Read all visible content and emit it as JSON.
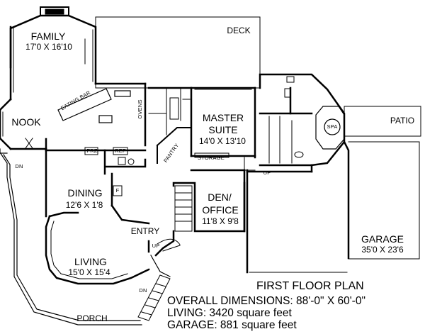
{
  "plan": {
    "title": "FIRST FLOOR PLAN",
    "overall": "OVERALL DIMENSIONS: 88'-0\" X 60'-0\"",
    "living_area": "LIVING: 3420 square feet",
    "garage_area": "GARAGE: 881 square feet"
  },
  "rooms": {
    "family": {
      "name": "FAMILY",
      "dims": "17'0 X 16'10"
    },
    "deck": {
      "name": "DECK"
    },
    "nook": {
      "name": "NOOK"
    },
    "master": {
      "name": "MASTER",
      "name2": "SUITE",
      "dims": "14'0 X 13'10"
    },
    "patio": {
      "name": "PATIO"
    },
    "spa": {
      "name": "SPA"
    },
    "dining": {
      "name": "DINING",
      "dims": "12'6 X 1'8"
    },
    "den": {
      "name": "DEN/",
      "name2": "OFFICE",
      "dims": "11'8 X 9'8"
    },
    "living": {
      "name": "LIVING",
      "dims": "15'0 X 15'4"
    },
    "garage": {
      "name": "GARAGE",
      "dims": "35'0 X 23'6"
    },
    "entry": {
      "name": "ENTRY"
    },
    "porch": {
      "name": "PORCH"
    }
  },
  "fixtures": {
    "eating_bar": "EATING BAR",
    "ovens": "OVENS",
    "pantry": "PANTRY",
    "storage": "STORAGE",
    "frz": "FRZ",
    "ref": "REF",
    "f": "F",
    "up1": "UP",
    "up2": "UP",
    "dn1": "DN",
    "dn2": "DN"
  }
}
